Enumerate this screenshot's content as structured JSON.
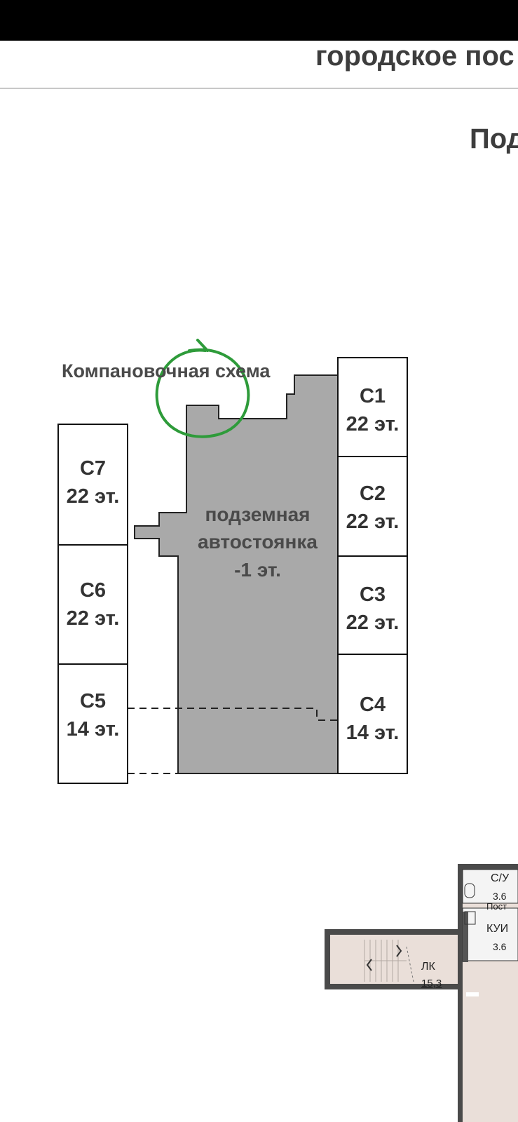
{
  "header": {
    "title": "городское пос"
  },
  "page": {
    "subtitle": "Под"
  },
  "scheme": {
    "title": "Компановочная схема",
    "parking": {
      "line1": "подземная",
      "line2": "автостоянка",
      "line3": "-1 эт."
    },
    "buildings": [
      {
        "id": "C1",
        "floors": "22 эт."
      },
      {
        "id": "C2",
        "floors": "22 эт."
      },
      {
        "id": "C3",
        "floors": "22 эт."
      },
      {
        "id": "C4",
        "floors": "14 эт."
      },
      {
        "id": "C7",
        "floors": "22 эт."
      },
      {
        "id": "C6",
        "floors": "22 эт."
      },
      {
        "id": "C5",
        "floors": "14 эт."
      }
    ],
    "colors": {
      "parking_fill": "#a9a9a9",
      "annotation_circle": "#2e9b3a"
    }
  },
  "floor_plan": {
    "rooms": [
      {
        "name": "С/У",
        "area": "3.6"
      },
      {
        "name": "Пост",
        "area": ""
      },
      {
        "name": "КУИ",
        "area": "3.6"
      },
      {
        "name": "ЛК",
        "area": "15,3"
      }
    ]
  }
}
